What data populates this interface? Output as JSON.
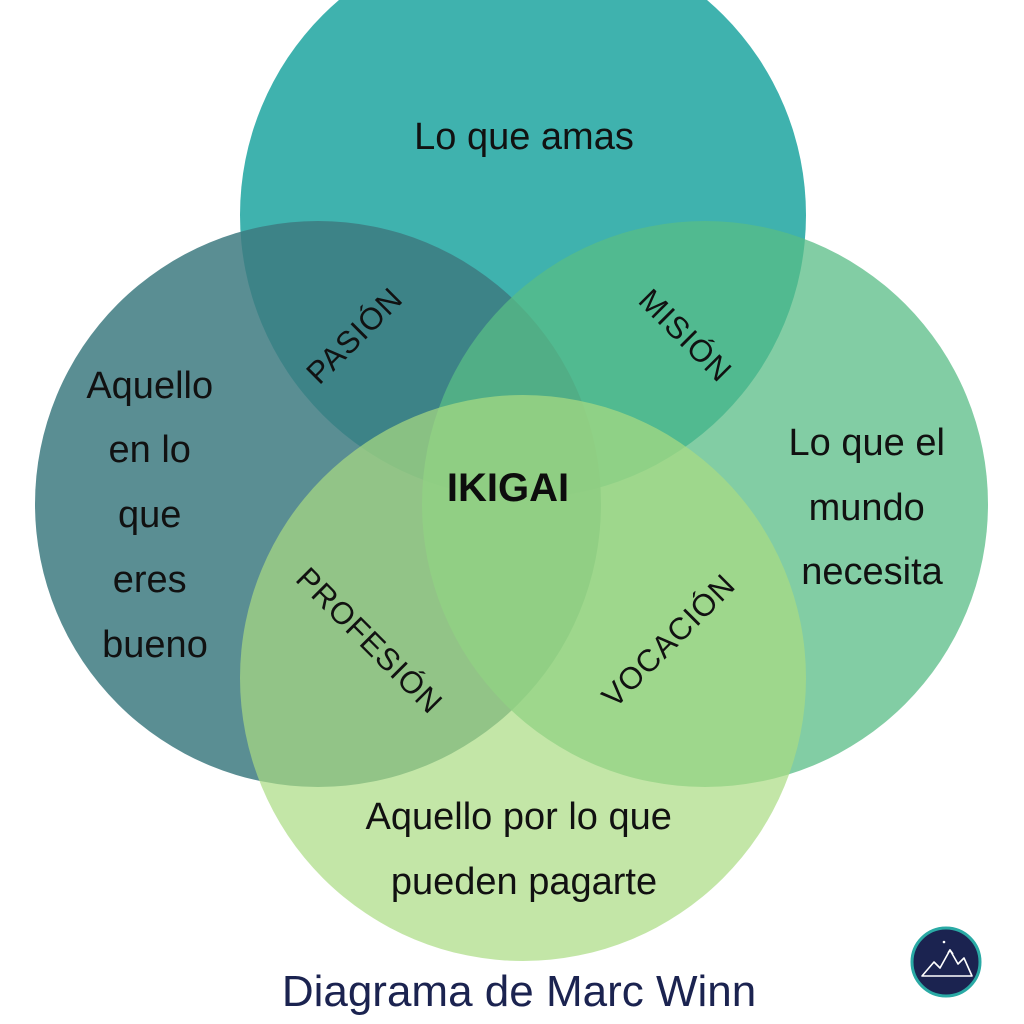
{
  "circles": {
    "love": {
      "label": "Lo que amas",
      "color": "#2aaaa5"
    },
    "good_at": {
      "lines": [
        "Aquello",
        "en lo",
        "que",
        "eres",
        "bueno"
      ],
      "color": "#3d7a80"
    },
    "world_needs": {
      "lines": [
        "Lo que el",
        "mundo",
        "necesita"
      ],
      "color": "#58bc86"
    },
    "paid_for": {
      "lines": [
        "Aquello por lo que",
        "pueden pagarte"
      ],
      "color": "#a9dc82"
    }
  },
  "overlaps": {
    "passion": "PASIÓN",
    "mission": "MISIÓN",
    "profession": "PROFESIÓN",
    "vocation": "VOCACIÓN"
  },
  "center": "IKIGAI",
  "caption": "Diagrama de Marc Winn",
  "logo": {
    "icon": "mountain-icon",
    "bg_color": "#1b2350",
    "ring_color": "#2aaaa5"
  }
}
